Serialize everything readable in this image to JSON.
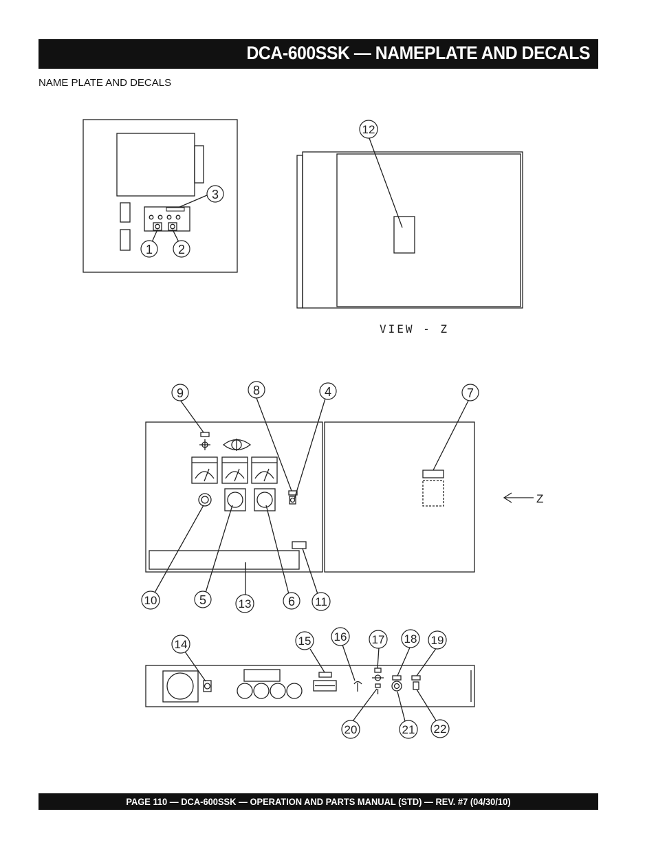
{
  "header": {
    "title": "DCA-600SSK — NAMEPLATE AND DECALS"
  },
  "section": {
    "subtitle": "NAME PLATE AND DECALS"
  },
  "diagram": {
    "view_label": "VIEW - Z",
    "arrow_label": "Z",
    "callouts": [
      "1",
      "2",
      "3",
      "4",
      "5",
      "6",
      "7",
      "8",
      "9",
      "10",
      "11",
      "12",
      "13",
      "14",
      "15",
      "16",
      "17",
      "18",
      "19",
      "20",
      "21",
      "22"
    ]
  },
  "footer": {
    "text": "PAGE 110 — DCA-600SSK — OPERATION AND PARTS MANUAL (STD) — REV. #7  (04/30/10)"
  }
}
